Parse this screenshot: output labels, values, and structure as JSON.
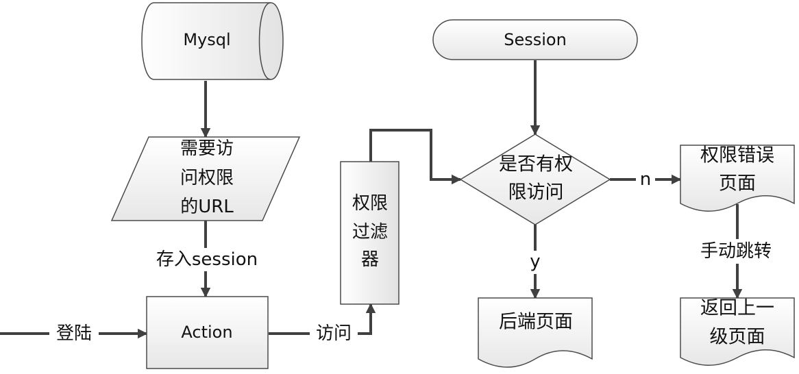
{
  "nodes": {
    "mysql": "Mysql",
    "url_1": "需要访",
    "url_2": "问权限",
    "url_3": "的URL",
    "action": "Action",
    "filter_1": "权限",
    "filter_2": "过滤",
    "filter_3": "器",
    "session": "Session",
    "check_1": "是否有权",
    "check_2": "限访问",
    "backend": "后端页面",
    "error_1": "权限错误",
    "error_2": "页面",
    "return_1": "返回上一",
    "return_2": "级页面"
  },
  "edges": {
    "store_session": "存入session",
    "login": "登陆",
    "visit": "访问",
    "yes": "y",
    "no": "n",
    "manual_jump": "手动跳转"
  }
}
